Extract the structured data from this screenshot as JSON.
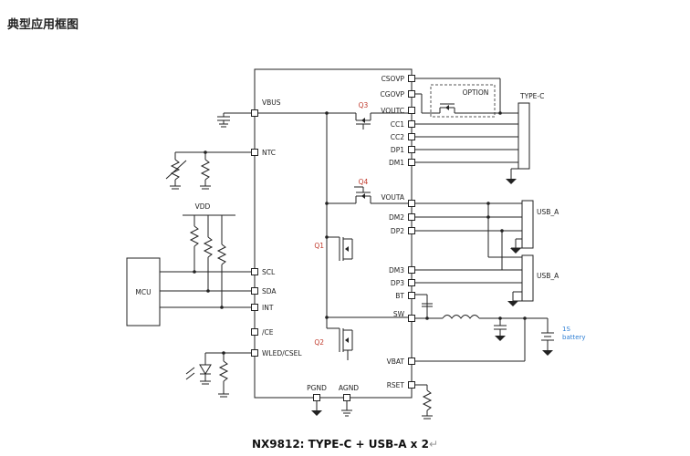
{
  "page": {
    "title": "典型应用框图",
    "caption": "NX9812: TYPE-C + USB-A x 2",
    "caption_mark": "↵"
  },
  "chip": {
    "left_pins": [
      "VBUS",
      "NTC",
      "SCL",
      "SDA",
      "INT",
      "/CE",
      "WLED/CSEL"
    ],
    "right_pins": [
      "CSOVP",
      "CGOVP",
      "VOUTC",
      "CC1",
      "CC2",
      "DP1",
      "DM1",
      "VOUTA",
      "DM2",
      "DP2",
      "DM3",
      "DP3",
      "BT",
      "SW",
      "VBAT",
      "RSET"
    ],
    "bottom_pins": [
      "PGND",
      "AGND"
    ]
  },
  "components": {
    "mcu": "MCU",
    "vdd": "VDD",
    "option": "OPTION",
    "type_c": "TYPE-C",
    "usb_a_1": "USB_A",
    "usb_a_2": "USB_A",
    "battery": "1S",
    "battery_sub": "battery",
    "q1": "Q1",
    "q2": "Q2",
    "q3": "Q3",
    "q4": "Q4"
  },
  "colors": {
    "wire": "#222222",
    "transistor_label": "#c0392b",
    "battery_label": "#2f7fd4"
  }
}
